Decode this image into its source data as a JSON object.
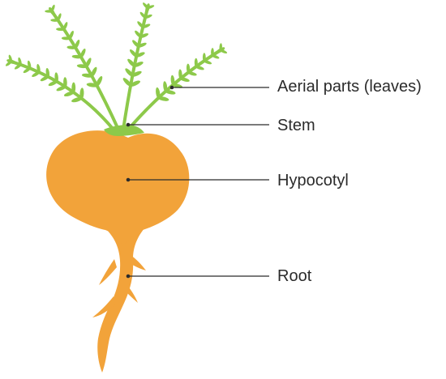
{
  "labels": {
    "aerial_parts": "Aerial parts (leaves)",
    "stem": "Stem",
    "hypocotyl": "Hypocotyl",
    "root": "Root"
  },
  "colors": {
    "leaf": "#8dc94a",
    "hypocotyl": "#f2a33a",
    "leader_line": "#2b2b2b",
    "text": "#2b2b2b",
    "background": "#ffffff"
  }
}
